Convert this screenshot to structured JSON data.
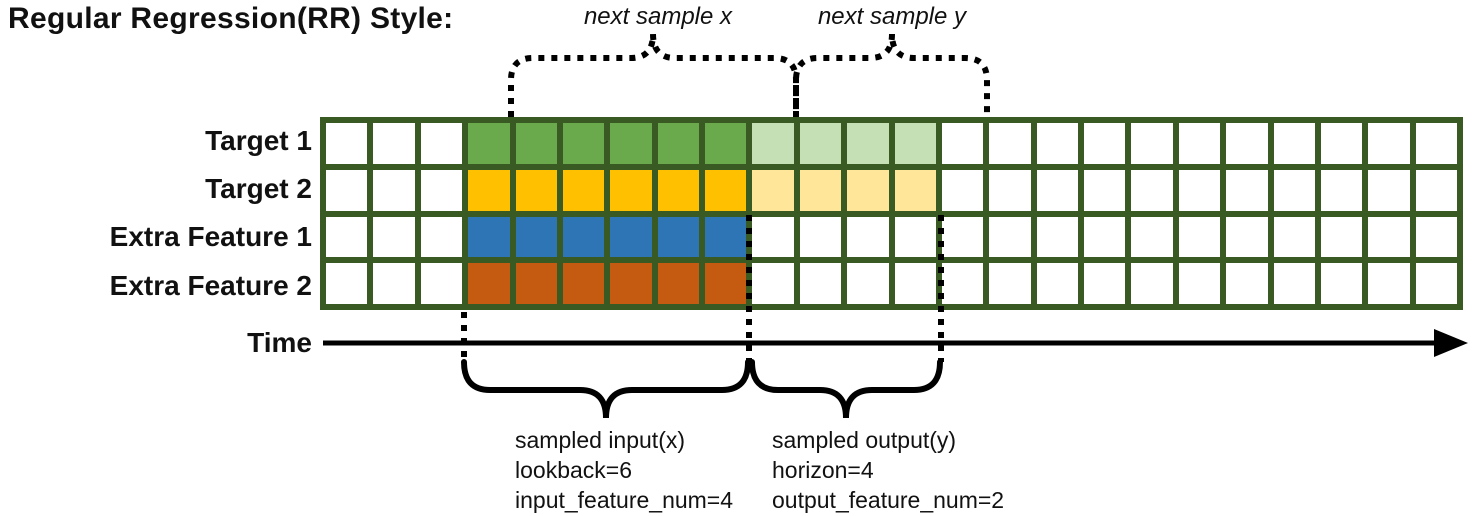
{
  "title": "Regular Regression(RR) Style:",
  "time_axis": {
    "label": "Time"
  },
  "top_braces": [
    {
      "label": "next sample x"
    },
    {
      "label": "next sample y"
    }
  ],
  "grid": {
    "columns": 24,
    "palette": {
      "w": "#FFFFFF",
      "g": "#6BA94D",
      "y": "#FFC000",
      "b": "#2E75B6",
      "o": "#C55A11",
      "lg": "#C5E0B4",
      "ly": "#FFE699"
    },
    "border_color": "#3A5A23",
    "rows": [
      {
        "label": "Target 1",
        "cells": [
          "w",
          "w",
          "w",
          "g",
          "g",
          "g",
          "g",
          "g",
          "g",
          "lg",
          "lg",
          "lg",
          "lg",
          "w",
          "w",
          "w",
          "w",
          "w",
          "w",
          "w",
          "w",
          "w",
          "w",
          "w"
        ]
      },
      {
        "label": "Target 2",
        "cells": [
          "w",
          "w",
          "w",
          "y",
          "y",
          "y",
          "y",
          "y",
          "y",
          "ly",
          "ly",
          "ly",
          "ly",
          "w",
          "w",
          "w",
          "w",
          "w",
          "w",
          "w",
          "w",
          "w",
          "w",
          "w"
        ]
      },
      {
        "label": "Extra Feature 1",
        "cells": [
          "w",
          "w",
          "w",
          "b",
          "b",
          "b",
          "b",
          "b",
          "b",
          "w",
          "w",
          "w",
          "w",
          "w",
          "w",
          "w",
          "w",
          "w",
          "w",
          "w",
          "w",
          "w",
          "w",
          "w"
        ]
      },
      {
        "label": "Extra Feature 2",
        "cells": [
          "w",
          "w",
          "w",
          "o",
          "o",
          "o",
          "o",
          "o",
          "o",
          "w",
          "w",
          "w",
          "w",
          "w",
          "w",
          "w",
          "w",
          "w",
          "w",
          "w",
          "w",
          "w",
          "w",
          "w"
        ]
      }
    ]
  },
  "annotations": {
    "input": {
      "lines": [
        "sampled input(x)",
        "lookback=6",
        "input_feature_num=4"
      ]
    },
    "output": {
      "lines": [
        "sampled output(y)",
        "horizon=4",
        "output_feature_num=2"
      ]
    }
  },
  "sample_structure": {
    "lookback": 6,
    "horizon": 4,
    "input_feature_num": 4,
    "output_feature_num": 2
  }
}
